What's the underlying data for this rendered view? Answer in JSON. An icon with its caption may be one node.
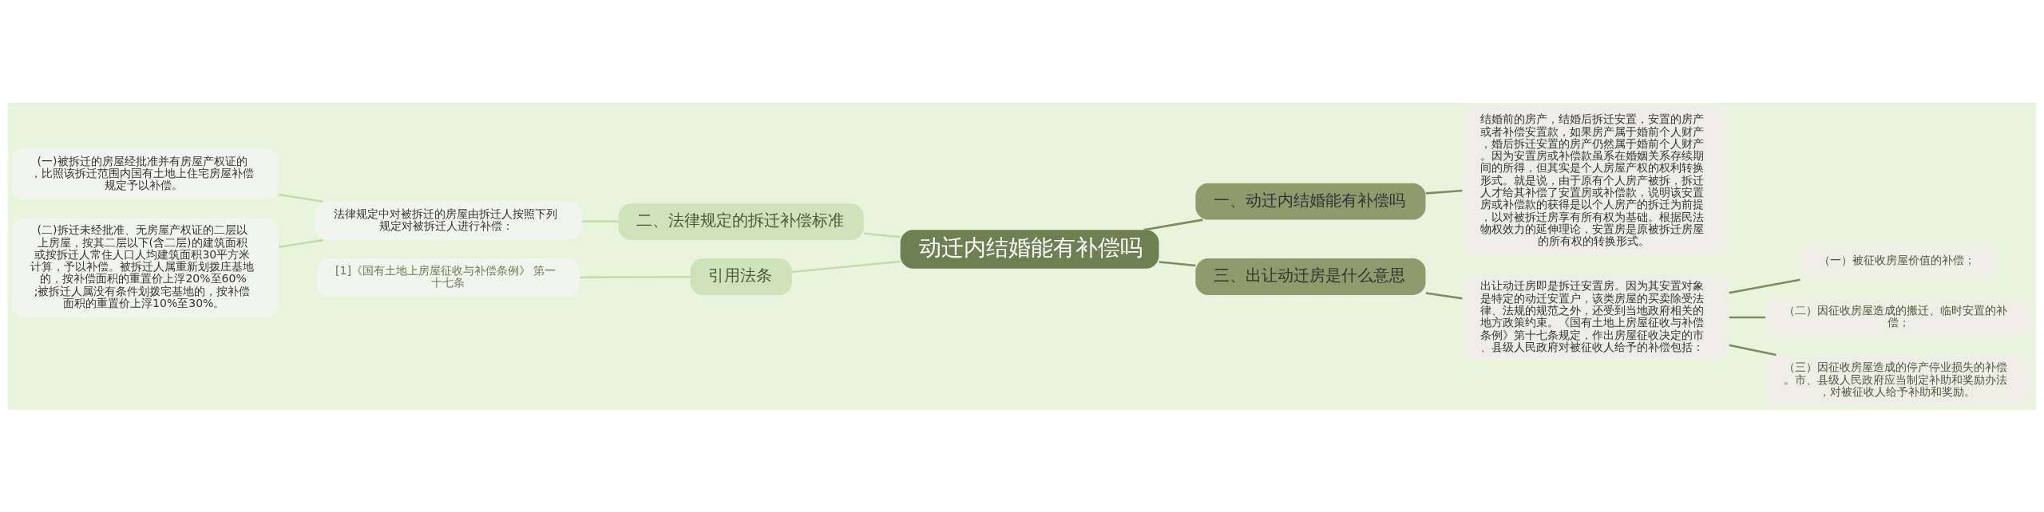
{
  "diagram": {
    "nodes": [
      {
        "text": [
          "动迁内结婚能有补偿吗"
        ]
      },
      {
        "text": [
          "一、动迁内结婚能有补偿吗"
        ]
      },
      {
        "text": [
          "结婚前的房产，结婚后拆迁安置，安置的房产或者补偿安置款，如果房产属于婚前个人财产，婚后拆迁安置的房产仍然属于婚前个人财产。因为安置房或补偿款虽系在婚姻关系存续期间的所得，但其实是个人房屋产权的权利转换形式。就是说，由于原有个人房产被拆，拆迁人才给其补偿了安置房或补偿款，说明该安置房或补偿款的获得是以个人房产的拆迁为前提，以对被拆迁房享有所有权为基础。根据民法物权效力的延伸理论，安置房是原被拆迁房屋的所有权的转换形式。"
        ]
      },
      {
        "text": [
          "三、出让动迁房是什么意思"
        ]
      },
      {
        "text": [
          "出让动迁房即是拆迁安置房。因为其安置对象是特定的动迁安置户，该类房屋的买卖除受法律、法规的规范之外，还受到当地政府相关的地方政策约束。《国有土地上房屋征收与补偿条例》第十七条规定，作出房屋征收决定的市、县级人民政府对被征收人给予的补偿包括："
        ]
      },
      {
        "text": [
          "（一）被征收房屋价值的补偿；"
        ]
      },
      {
        "text": [
          "（二）因征收房屋造成的搬迁、临时安置的补偿；"
        ]
      },
      {
        "text": [
          "（三）因征收房屋造成的停产停业损失的补偿。市、县级人民政府应当制定补助和奖励办法，对被征收人给予补助和奖励。"
        ]
      },
      {
        "text": [
          "二、法律规定的拆迁补偿标准"
        ]
      },
      {
        "text": [
          "法律规定中对被拆迁的房屋由拆迁人按照下列规定对被拆迁人进行补偿："
        ]
      },
      {
        "text": [
          "(一)被拆迁的房屋经批准并有房屋产权证的，比照该拆迁范围内国有土地上住宅房屋补偿规定予以补偿。"
        ]
      },
      {
        "text": [
          "(二)拆迁未经批准、无房屋产权证的二层以上房屋，按其二层以下(含二层)的建筑面积或按拆迁人常住人口人均建筑面积30平方米计算，予以补偿。被拆迁人属重新划拨庄基地的，按补偿面积的重置价上浮20%至60%;被拆迁人属没有条件划拨宅基地的，按补偿面积的重置价上浮10%至30%。"
        ]
      },
      {
        "text": [
          "引用法条"
        ]
      },
      {
        "text": [
          "[1]《国有土地上房屋征收与补偿条例》 第一十七条"
        ]
      }
    ],
    "edges": [
      {
        "from": 0,
        "to": 1,
        "arrow": "none"
      },
      {
        "from": 1,
        "to": 2,
        "arrow": "none"
      },
      {
        "from": 0,
        "to": 3,
        "arrow": "none"
      },
      {
        "from": 3,
        "to": 4,
        "arrow": "none"
      },
      {
        "from": 4,
        "to": 5,
        "arrow": "none"
      },
      {
        "from": 4,
        "to": 6,
        "arrow": "none"
      },
      {
        "from": 4,
        "to": 7,
        "arrow": "none"
      },
      {
        "from": 0,
        "to": 8,
        "arrow": "none",
        "color": "#c5dbaa"
      },
      {
        "from": 8,
        "to": 9,
        "arrow": "none",
        "color": "#c5dbaa"
      },
      {
        "from": 9,
        "to": 10,
        "arrow": "none",
        "color": "#c5dbaa"
      },
      {
        "from": 9,
        "to": 11,
        "arrow": "none",
        "color": "#c5dbaa"
      },
      {
        "from": 0,
        "to": 12,
        "arrow": "none",
        "color": "#c5dbaa"
      },
      {
        "from": 12,
        "to": 13,
        "arrow": "none",
        "color": "#c5dbaa"
      }
    ]
  }
}
